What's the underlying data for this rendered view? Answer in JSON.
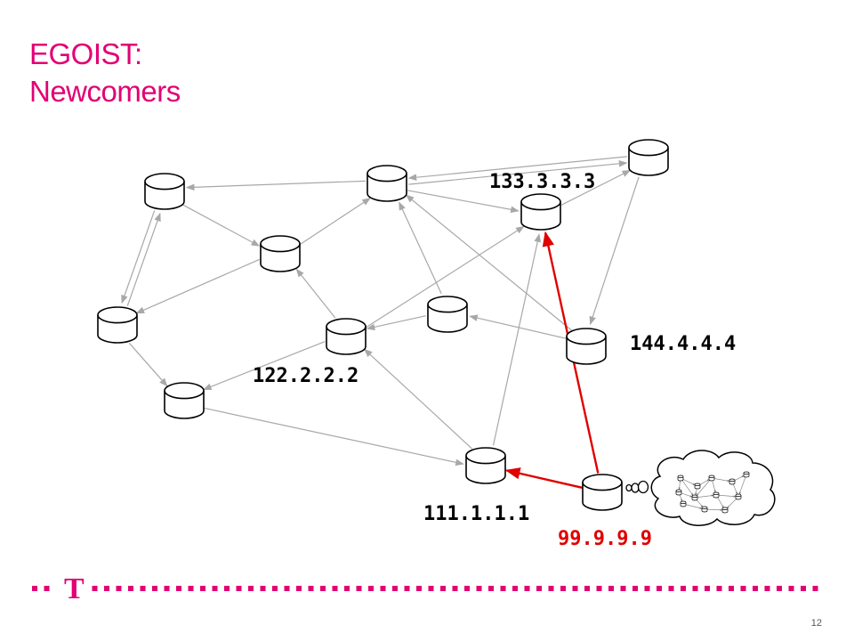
{
  "slide": {
    "title_line1": "EGOIST:",
    "title_line2": "Newcomers",
    "page_number": "12"
  },
  "colors": {
    "brand": "#e20074",
    "edge": "#a8a8a8",
    "highlight": "#e00000",
    "label": "#000000"
  },
  "labels": {
    "node_133": "133.3.3.3",
    "node_144": "144.4.4.4",
    "node_122": "122.2.2.2",
    "node_111": "111.1.1.1",
    "node_99": "99.9.9.9"
  },
  "footer": {
    "logo_letter": "T"
  },
  "icons": {
    "router": "router-cylinder-icon",
    "thought": "thought-cloud-icon",
    "logo": "telekom-t-icon"
  }
}
